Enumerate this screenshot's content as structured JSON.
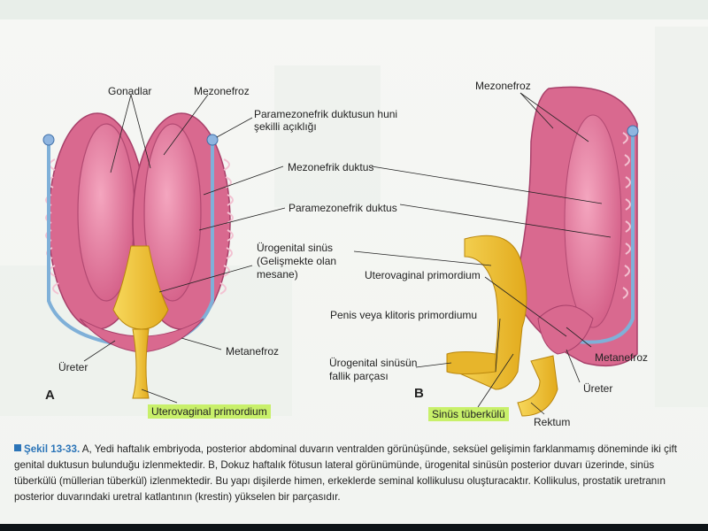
{
  "figure": {
    "label_gonadlar": "Gonadlar",
    "label_mezonefroz_a": "Mezonefroz",
    "label_paramezonefrik_huni": "Paramezonefrik duktusun huni şekilli açıklığı",
    "label_mezonefrik_duktus": "Mezonefrik duktus",
    "label_paramezonefrik_duktus": "Paramezonefrik duktus",
    "label_urogenital_sinus": "Ürogenital sinüs (Gelişmekte olan mesane)",
    "label_metanefroz_a": "Metanefroz",
    "label_ureter_a": "Üreter",
    "label_uterovaginal_a": "Uterovaginal primordium",
    "panel_a": "A",
    "label_mezonefroz_b": "Mezonefroz",
    "label_uterovaginal_b": "Uterovaginal primordium",
    "label_penis": "Penis veya klitoris primordiumu",
    "label_urogenital_fallik": "Ürogenital sinüsün fallik parçası",
    "label_metanefroz_b": "Metanefroz",
    "label_ureter_b": "Üreter",
    "label_rektum": "Rektum",
    "label_sinus_tuberkulu": "Sinüs tüberkülü",
    "panel_b": "B"
  },
  "caption": {
    "figure_number": "Şekil 13-33.",
    "text": " A, Yedi haftalık embriyoda, posterior abdominal duvarın ventralden görünüşünde, seksüel gelişimin farklanmamış döneminde iki çift genital duktusun bulunduğu izlenmektedir. B, Dokuz haftalık fötusun lateral görünümünde, ürogenital sinüsün posterior duvarı üzerinde, sinüs tüberkülü (müllerian tüberkül) izlenmektedir. Bu yapı dişilerde himen, erkeklerde seminal kollikulusu oluşturacaktır. Kollikulus, prostatik uretranın posterior duvarındaki uretral katlantının (krestin) yükselen bir parçasıdır."
  },
  "colors": {
    "mesonephros": "#e07596",
    "mesonephros_dark": "#c5527a",
    "ureter": "#7fb0d8",
    "yellow": "#f2c531",
    "highlight": "#c8f06a",
    "caption_accent": "#2b74b8"
  }
}
